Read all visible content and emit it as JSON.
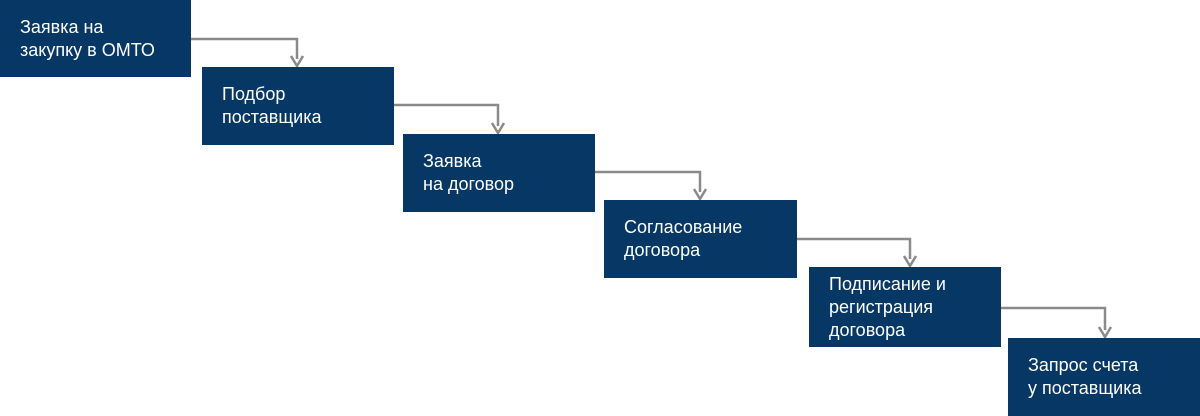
{
  "steps": [
    {
      "label": "Заявка на\nзакупку в ОМТО"
    },
    {
      "label": "Подбор\nпоставщика"
    },
    {
      "label": "Заявка\nна договор"
    },
    {
      "label": "Согласование\nдоговора"
    },
    {
      "label": "Подписание и\nрегистрация\nдоговора"
    },
    {
      "label": "Запрос счета\nу поставщика"
    }
  ],
  "colors": {
    "box": "#063765",
    "text": "#ffffff",
    "connector": "#8a8a8a"
  }
}
